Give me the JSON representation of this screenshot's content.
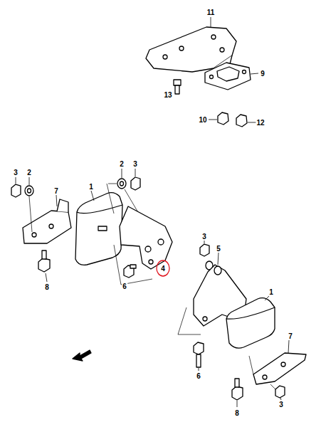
{
  "diagram": {
    "labels": [
      "11",
      "13",
      "9",
      "10",
      "12",
      "3",
      "2",
      "7",
      "1",
      "2",
      "3",
      "8",
      "6",
      "4",
      "3",
      "5",
      "1",
      "7",
      "6",
      "8",
      "3"
    ]
  }
}
